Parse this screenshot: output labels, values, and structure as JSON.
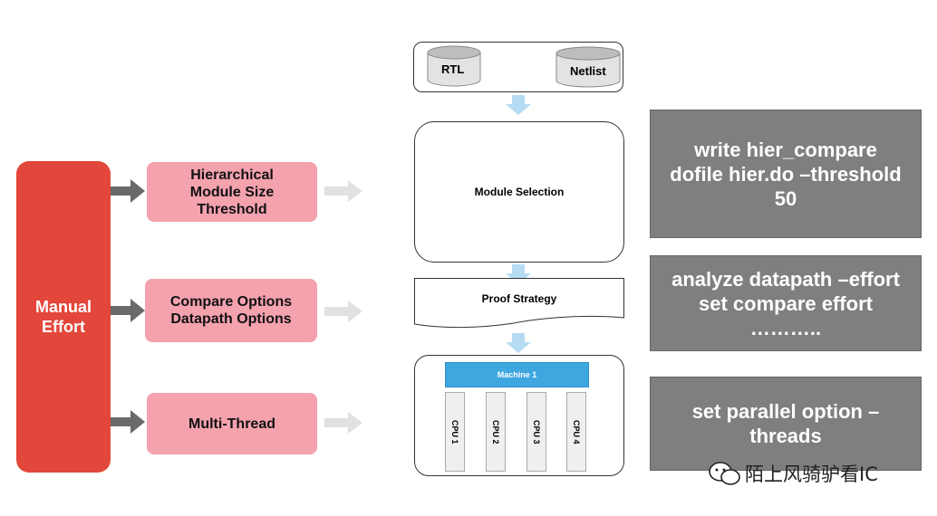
{
  "manual_effort": "Manual\nEffort",
  "left_boxes": [
    {
      "label": "Hierarchical\nModule Size\nThreshold"
    },
    {
      "label": "Compare Options\nDatapath Options"
    },
    {
      "label": "Multi-Thread"
    }
  ],
  "flow": {
    "rtl": "RTL",
    "netlist": "Netlist",
    "module_selection": "Module Selection",
    "proof_strategy": "Proof Strategy",
    "machine": "Machine 1",
    "cpus": [
      "CPU 1",
      "CPU 2",
      "CPU 3",
      "CPU 4"
    ]
  },
  "commands": [
    {
      "text": "write hier_compare\ndofile hier.do –threshold\n50"
    },
    {
      "text": "analyze datapath –effort\nset compare effort\n……….."
    },
    {
      "text": "set parallel option –\nthreads"
    }
  ],
  "watermark": "陌上风骑驴看IC",
  "colors": {
    "manual": "#e3463a",
    "pink": "#f4a2ae",
    "gray": "#7f7f7f",
    "machine": "#3ea7e0",
    "flow_arrow": "#b5dcf2"
  },
  "icons": [
    "arrow-right-icon",
    "arrow-down-icon",
    "database-icon",
    "wechat-icon"
  ]
}
